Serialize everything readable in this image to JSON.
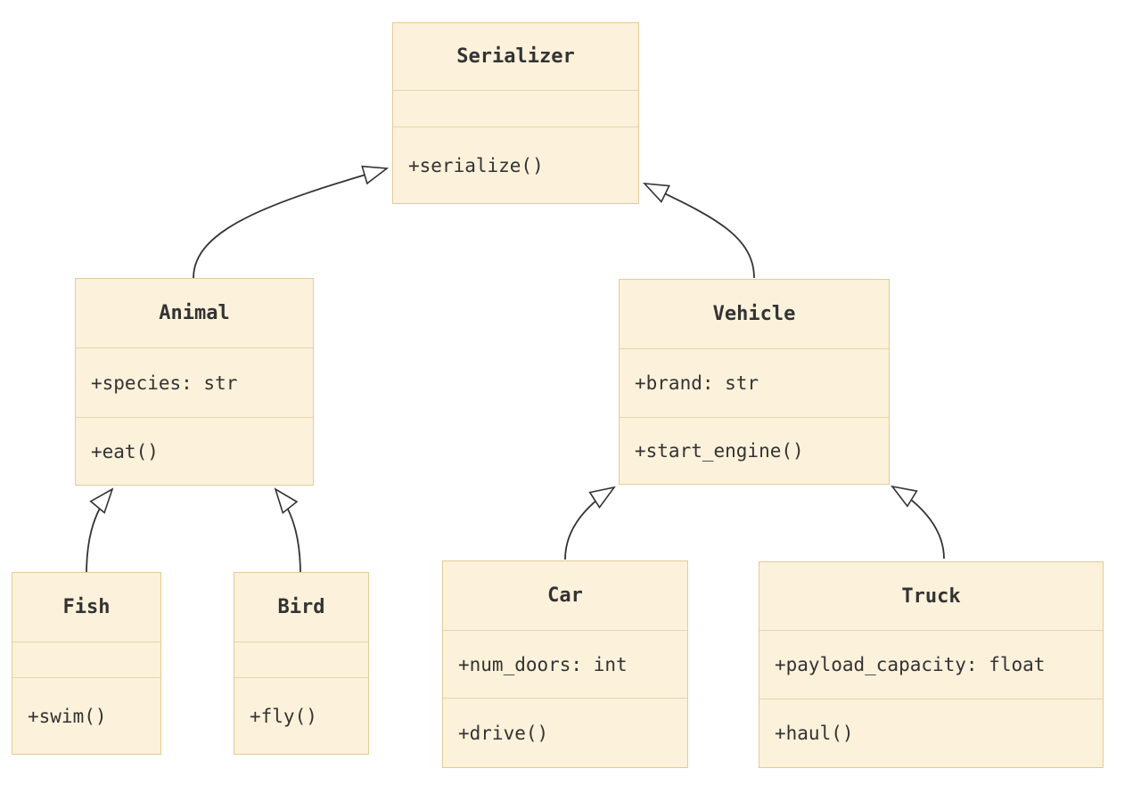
{
  "diagram": {
    "kind": "uml-class-diagram",
    "classes": [
      {
        "name": "Serializer",
        "attributes": [],
        "methods": [
          "+serialize()"
        ]
      },
      {
        "name": "Animal",
        "attributes": [
          "+species: str"
        ],
        "methods": [
          "+eat()"
        ]
      },
      {
        "name": "Vehicle",
        "attributes": [
          "+brand: str"
        ],
        "methods": [
          "+start_engine()"
        ]
      },
      {
        "name": "Fish",
        "attributes": [],
        "methods": [
          "+swim()"
        ]
      },
      {
        "name": "Bird",
        "attributes": [],
        "methods": [
          "+fly()"
        ]
      },
      {
        "name": "Car",
        "attributes": [
          "+num_doors: int"
        ],
        "methods": [
          "+drive()"
        ]
      },
      {
        "name": "Truck",
        "attributes": [
          "+payload_capacity: float"
        ],
        "methods": [
          "+haul()"
        ]
      }
    ],
    "relations": [
      {
        "from": "Animal",
        "to": "Serializer",
        "type": "inheritance"
      },
      {
        "from": "Vehicle",
        "to": "Serializer",
        "type": "inheritance"
      },
      {
        "from": "Fish",
        "to": "Animal",
        "type": "inheritance"
      },
      {
        "from": "Bird",
        "to": "Animal",
        "type": "inheritance"
      },
      {
        "from": "Car",
        "to": "Vehicle",
        "type": "inheritance"
      },
      {
        "from": "Truck",
        "to": "Vehicle",
        "type": "inheritance"
      }
    ],
    "colors": {
      "node_fill": "#fcf1da",
      "node_border": "#e3cb9b",
      "divider": "#e7d5ae",
      "text": "#333333",
      "edge": "#333333",
      "background": "#ffffff"
    }
  }
}
